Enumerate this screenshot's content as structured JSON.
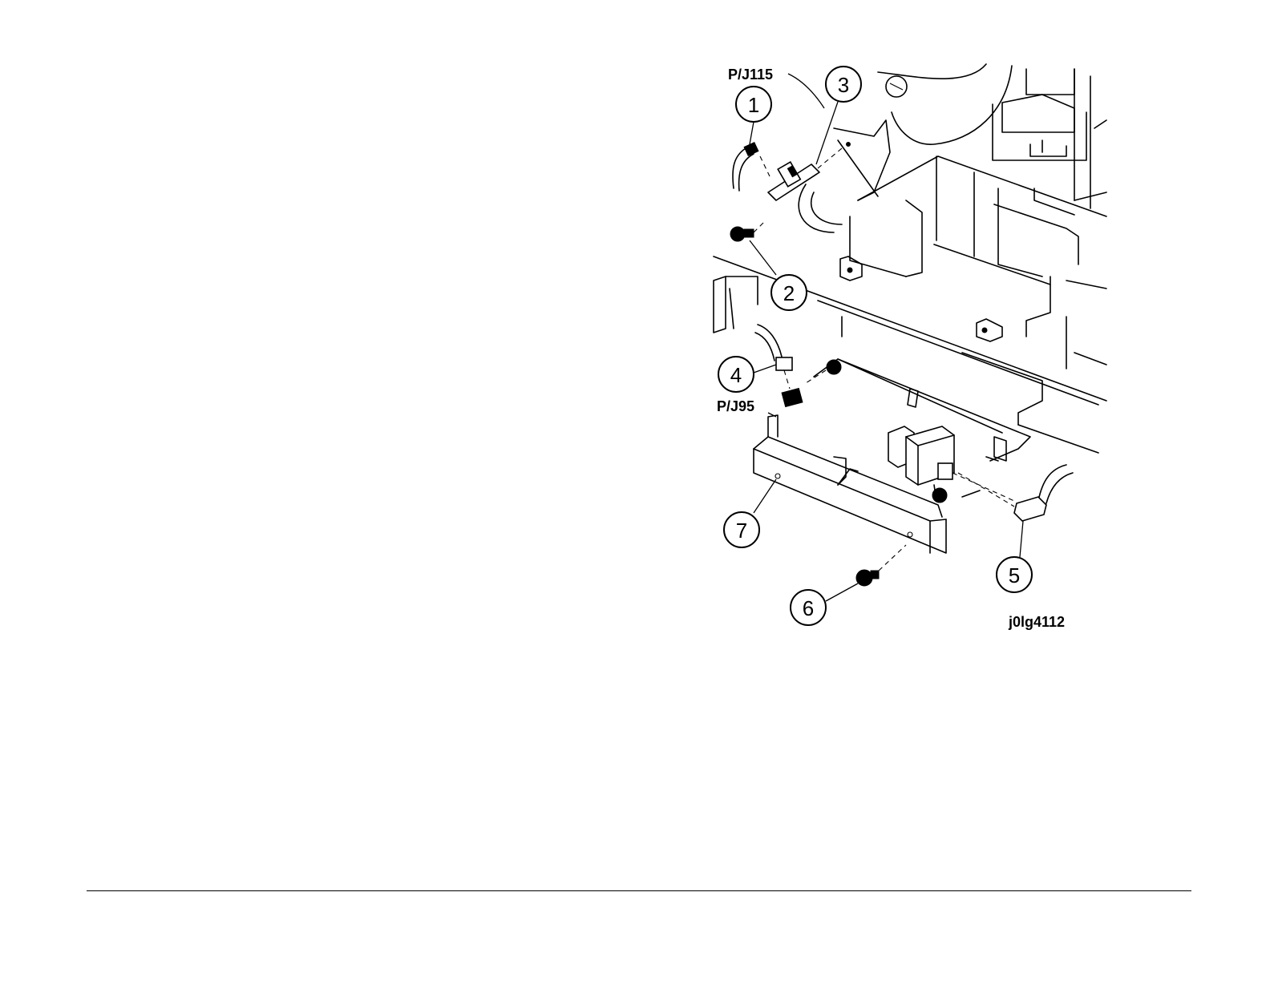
{
  "figure": {
    "connectors": [
      "P/J115",
      "P/J95"
    ],
    "callouts": [
      "1",
      "2",
      "3",
      "4",
      "5",
      "6",
      "7"
    ],
    "figure_id": "j0lg4112"
  }
}
